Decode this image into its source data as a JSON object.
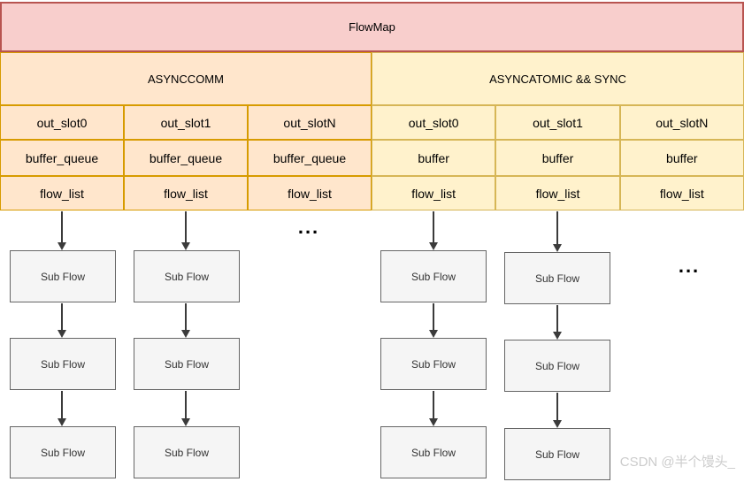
{
  "banner": {
    "title": "FlowMap"
  },
  "sections": [
    {
      "header": "ASYNCCOMM",
      "cells": [
        [
          "out_slot0",
          "out_slot1",
          "out_slotN"
        ],
        [
          "buffer_queue",
          "buffer_queue",
          "buffer_queue"
        ],
        [
          "flow_list",
          "flow_list",
          "flow_list"
        ]
      ]
    },
    {
      "header": "ASYNCATOMIC && SYNC",
      "cells": [
        [
          "out_slot0",
          "out_slot1",
          "out_slotN"
        ],
        [
          "buffer",
          "buffer",
          "buffer"
        ],
        [
          "flow_list",
          "flow_list",
          "flow_list"
        ]
      ]
    }
  ],
  "subflow": {
    "label": "Sub Flow"
  },
  "ellipsis": "...",
  "watermark": {
    "text": "CSDN @半个馒头_"
  },
  "colors": {
    "banner_fill": "#f8cecc",
    "banner_stroke": "#b85450",
    "left_fill": "#ffe6cc",
    "left_stroke": "#d79b00",
    "right_fill": "#fff2cc",
    "right_stroke": "#d6b656",
    "subflow_fill": "#f5f5f5",
    "subflow_stroke": "#666666",
    "arrow": "#3b3b3b"
  }
}
